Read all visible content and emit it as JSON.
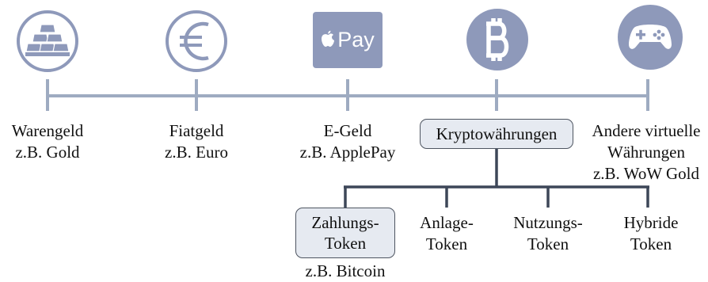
{
  "colors": {
    "timeline": "#9eabc1",
    "icon_fill": "#8e99ba",
    "dark_line": "#3d4758",
    "box_fill": "#e6eaf1"
  },
  "categories": [
    {
      "label": "Warengeld",
      "example": "z.B. Gold",
      "icon": "gold-bars-icon"
    },
    {
      "label": "Fiatgeld",
      "example": "z.B. Euro",
      "icon": "euro-icon"
    },
    {
      "label": "E-Geld",
      "example": "z.B. ApplePay",
      "icon": "apple-pay-icon",
      "icon_text": "Pay"
    },
    {
      "label": "Kryptowährungen",
      "icon": "bitcoin-icon"
    },
    {
      "label_line1": "Andere virtuelle",
      "label_line2": "Währungen",
      "example": "z.B. WoW Gold",
      "icon": "gamepad-icon"
    }
  ],
  "token_types": [
    {
      "line1": "Zahlungs-",
      "line2": "Token",
      "example": "z.B. Bitcoin",
      "highlighted": true
    },
    {
      "line1": "Anlage-",
      "line2": "Token"
    },
    {
      "line1": "Nutzungs-",
      "line2": "Token"
    },
    {
      "line1": "Hybride",
      "line2": "Token"
    }
  ]
}
